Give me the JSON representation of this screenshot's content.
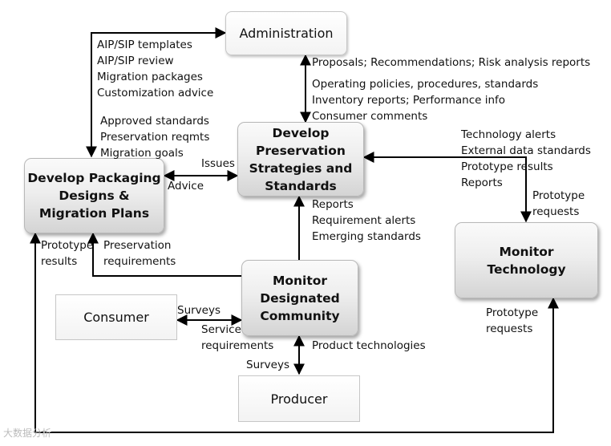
{
  "boxes": {
    "administration": "Administration",
    "develop_preservation": [
      "Develop",
      "Preservation",
      "Strategies and",
      "Standards"
    ],
    "develop_packaging": [
      "Develop Packaging",
      "Designs &",
      "Migration Plans"
    ],
    "monitor_technology": [
      "Monitor",
      "Technology"
    ],
    "monitor_community": [
      "Monitor",
      "Designated",
      "Community"
    ],
    "consumer": "Consumer",
    "producer": "Producer"
  },
  "labels": {
    "admin_to_packaging": [
      "AIP/SIP templates",
      "AIP/SIP review",
      "Migration packages",
      "Customization advice"
    ],
    "packaging_to_admin": [
      "Approved standards",
      "Preservation reqmts",
      "Migration goals"
    ],
    "admin_to_strategy": [
      "Proposals; Recommendations; Risk analysis reports"
    ],
    "strategy_to_admin": [
      "Operating policies, procedures, standards",
      "Inventory reports; Performance info",
      "Consumer comments"
    ],
    "issues": "Issues",
    "advice": "Advice",
    "tech_to_strategy": [
      "Technology alerts",
      "External data standards",
      "Prototype results",
      "Reports"
    ],
    "tech_prototype_requests_top": [
      "Prototype",
      "requests"
    ],
    "community_to_strategy": [
      "Reports",
      "Requirement alerts",
      "Emerging standards"
    ],
    "prototype_results": [
      "Prototype",
      "results"
    ],
    "preservation_requirements": [
      "Preservation",
      "requirements"
    ],
    "surveys_consumer": "Surveys",
    "service_requirements": [
      "Service",
      "requirements"
    ],
    "product_technologies": "Product technologies",
    "surveys_producer": "Surveys",
    "tech_prototype_requests_bottom": [
      "Prototype",
      "requests"
    ]
  },
  "watermark": "大数据分析"
}
